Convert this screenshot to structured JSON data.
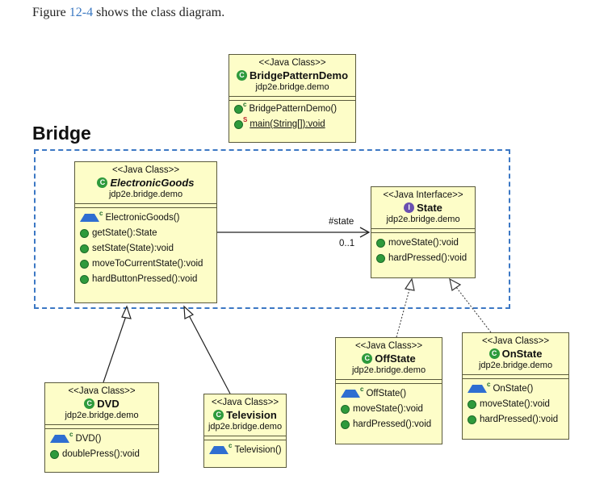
{
  "caption": {
    "prefix": "Figure ",
    "ref": "12-4",
    "suffix": " shows the class diagram."
  },
  "section_title": "Bridge",
  "classes": {
    "bridge_pattern_demo": {
      "stereotype": "<<Java Class>>",
      "name": "BridgePatternDemo",
      "package": "jdp2e.bridge.demo",
      "methods": [
        "BridgePatternDemo()",
        "main(String[]):void"
      ]
    },
    "electronic_goods": {
      "stereotype": "<<Java Class>>",
      "name": "ElectronicGoods",
      "package": "jdp2e.bridge.demo",
      "methods": [
        "ElectronicGoods()",
        "getState():State",
        "setState(State):void",
        "moveToCurrentState():void",
        "hardButtonPressed():void"
      ]
    },
    "state": {
      "stereotype": "<<Java Interface>>",
      "name": "State",
      "package": "jdp2e.bridge.demo",
      "methods": [
        "moveState():void",
        "hardPressed():void"
      ]
    },
    "dvd": {
      "stereotype": "<<Java Class>>",
      "name": "DVD",
      "package": "jdp2e.bridge.demo",
      "methods": [
        "DVD()",
        "doublePress():void"
      ]
    },
    "television": {
      "stereotype": "<<Java Class>>",
      "name": "Television",
      "package": "jdp2e.bridge.demo",
      "methods": [
        "Television()"
      ]
    },
    "off_state": {
      "stereotype": "<<Java Class>>",
      "name": "OffState",
      "package": "jdp2e.bridge.demo",
      "methods": [
        "OffState()",
        "moveState():void",
        "hardPressed():void"
      ]
    },
    "on_state": {
      "stereotype": "<<Java Class>>",
      "name": "OnState",
      "package": "jdp2e.bridge.demo",
      "methods": [
        "OnState()",
        "moveState():void",
        "hardPressed():void"
      ]
    }
  },
  "association": {
    "role": "#state",
    "multiplicity": "0..1"
  },
  "icons": {
    "class": "C",
    "interface": "I",
    "constructor_marker": "c",
    "static_marker": "S"
  },
  "colors": {
    "class_fill": "#fdfdc8",
    "bridge_border": "#3c78c4",
    "public_method": "#2e9a3c",
    "constructor": "#2f6ed1",
    "interface": "#6a4fb0"
  }
}
